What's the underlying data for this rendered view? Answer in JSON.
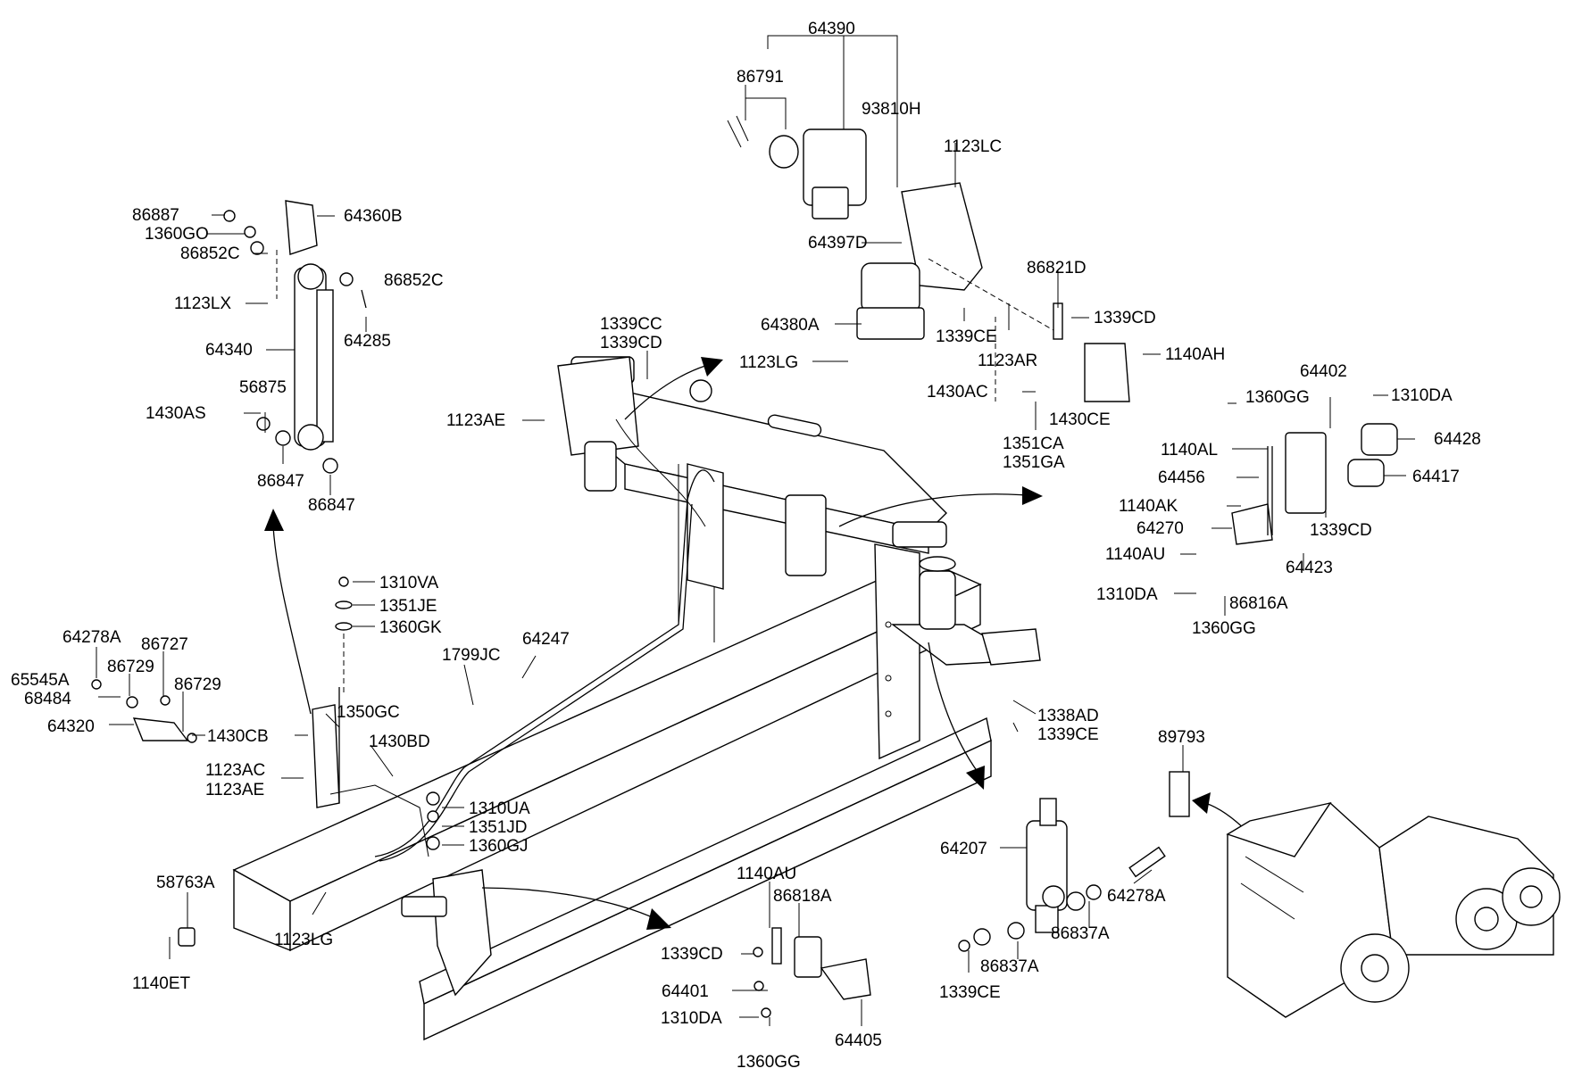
{
  "labels": {
    "l64390": "64390",
    "l86791": "86791",
    "l93810H": "93810H",
    "l1123LC": "1123LC",
    "l64397D": "64397D",
    "l86821D": "86821D",
    "l1339CD_a": "1339CD",
    "l64380A": "64380A",
    "l1339CE_a": "1339CE",
    "l1123LG_a": "1123LG",
    "l1123AR": "1123AR",
    "l1140AH": "1140AH",
    "l1430AC": "1430AC",
    "l1430CE": "1430CE",
    "l1351CA": "1351CA",
    "l1351GA": "1351GA",
    "l1339CC": "1339CC",
    "l1339CD_b": "1339CD",
    "l1123AE_a": "1123AE",
    "l86887": "86887",
    "l64360B": "64360B",
    "l1360GO": "1360GO",
    "l86852C_a": "86852C",
    "l86852C_b": "86852C",
    "l1123LX": "1123LX",
    "l64285": "64285",
    "l64340": "64340",
    "l56875": "56875",
    "l1430AS": "1430AS",
    "l86847_a": "86847",
    "l86847_b": "86847",
    "l64402": "64402",
    "l1360GG_a": "1360GG",
    "l1310DA_a": "1310DA",
    "l64428": "64428",
    "l1140AL": "1140AL",
    "l64456": "64456",
    "l64417": "64417",
    "l1140AK": "1140AK",
    "l64270": "64270",
    "l1339CD_c": "1339CD",
    "l1140AU_a": "1140AU",
    "l64423": "64423",
    "l1310DA_b": "1310DA",
    "l86816A": "86816A",
    "l1360GG_b": "1360GG",
    "l1310VA": "1310VA",
    "l1351JE": "1351JE",
    "l1360GK": "1360GK",
    "l1799JC": "1799JC",
    "l64247": "64247",
    "l64278A_a": "64278A",
    "l86727": "86727",
    "l86729_a": "86729",
    "l65545A": "65545A",
    "l68484": "68484",
    "l86729_b": "86729",
    "l64320": "64320",
    "l1430CB": "1430CB",
    "l1350GC": "1350GC",
    "l1430BD": "1430BD",
    "l1123AC": "1123AC",
    "l1123AE_b": "1123AE",
    "l1310UA": "1310UA",
    "l1351JD": "1351JD",
    "l1360GJ": "1360GJ",
    "l58763A": "58763A",
    "l1123LG_b": "1123LG",
    "l1140ET": "1140ET",
    "l1338AD": "1338AD",
    "l1339CE_b": "1339CE",
    "l89793": "89793",
    "l1140AU_b": "1140AU",
    "l86818A": "86818A",
    "l1339CD_d": "1339CD",
    "l64401": "64401",
    "l1310DA_c": "1310DA",
    "l64405": "64405",
    "l1360GG_c": "1360GG",
    "l64207": "64207",
    "l64278A_b": "64278A",
    "l86837A_a": "86837A",
    "l86837A_b": "86837A",
    "l1339CE_c": "1339CE"
  }
}
